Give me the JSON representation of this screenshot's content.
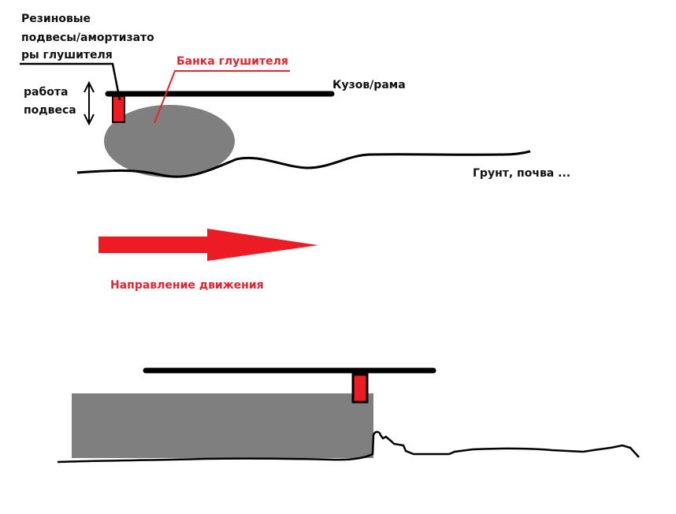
{
  "colors": {
    "accent_red": "#ed1c24",
    "label_red": "#e3232f",
    "muffler_gray": "#7f7f7f",
    "line_black": "#000000"
  },
  "labels": {
    "rubber_mounts_line1": "Резиновые",
    "rubber_mounts_line2": "подвесы/амортизато",
    "rubber_mounts_line3": "ры глушителя",
    "muffler_can": "Банка глушителя",
    "body_frame": "Кузов/рама",
    "suspension_travel_line1": "работа",
    "suspension_travel_line2": "подвеса",
    "ground": "Грунт, почва ...",
    "direction": "Направление движения"
  },
  "icons": {
    "double_arrow": "vertical-double-arrow-icon",
    "direction_arrow": "right-arrow-icon"
  }
}
